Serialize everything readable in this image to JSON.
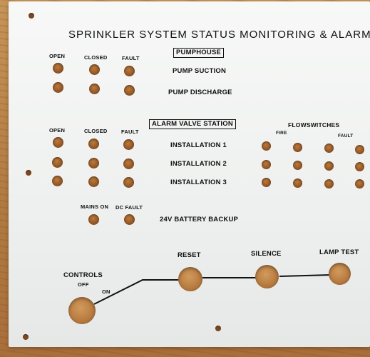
{
  "title": "SPRINKLER SYSTEM STATUS MONITORING & ALARM",
  "pumphouse": {
    "heading": "PUMPHOUSE",
    "columns": [
      "OPEN",
      "CLOSED",
      "FAULT"
    ],
    "rows": [
      "PUMP SUCTION",
      "PUMP DISCHARGE"
    ]
  },
  "alarm_valve": {
    "heading": "ALARM VALVE STATION",
    "columns": [
      "OPEN",
      "CLOSED",
      "FAULT"
    ],
    "rows": [
      "INSTALLATION 1",
      "INSTALLATION 2",
      "INSTALLATION 3"
    ]
  },
  "flowswitches": {
    "heading": "FLOWSWITCHES",
    "fire": "FIRE",
    "fault": "FAULT"
  },
  "battery": {
    "mains_on": "MAINS ON",
    "dc_fault": "DC FAULT",
    "label": "24V BATTERY BACKUP"
  },
  "controls": {
    "label": "CONTROLS",
    "off": "OFF",
    "on": "ON",
    "reset": "RESET",
    "silence": "SILENCE",
    "lamp_test": "LAMP TEST"
  }
}
